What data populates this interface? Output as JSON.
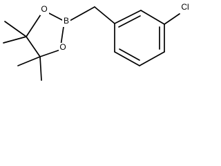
{
  "molecule": {
    "atoms": {
      "boron": "B",
      "oxygen_top": "O",
      "oxygen_bottom": "O",
      "chlorine": "Cl"
    }
  }
}
